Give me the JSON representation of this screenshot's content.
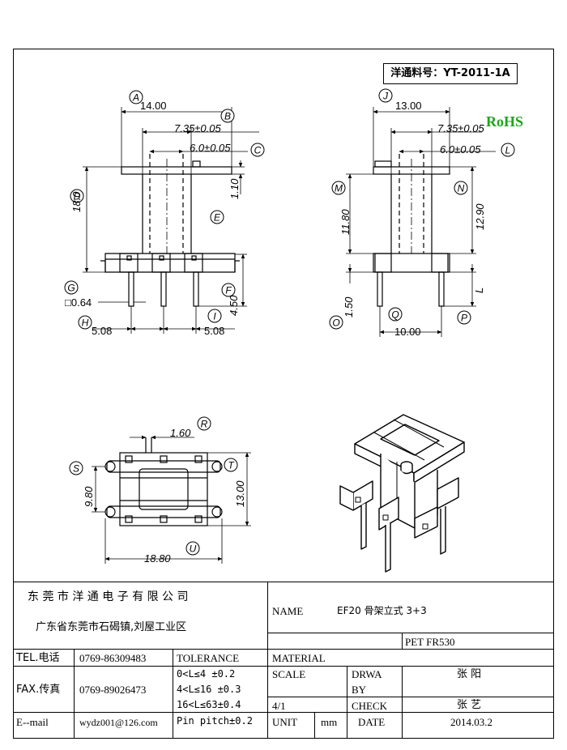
{
  "part_number": "洋通料号：YT-2011-1A",
  "rohs": "RoHS",
  "dims": {
    "A": "14.00",
    "B": "7.35±0.05",
    "C": "6.0±0.05",
    "D": "18.0",
    "E": "1.10",
    "F": "4.50",
    "G": "□0.64",
    "H": "5.08",
    "I": "5.08",
    "J": "13.00",
    "K": "7.35±0.05",
    "L": "6.0±0.05",
    "M": "11.80",
    "N": "12.90",
    "O": "1.50",
    "P": "L",
    "Q": "10.00",
    "R": "1.60",
    "S": "9.80",
    "T": "13.00",
    "U": "18.80"
  },
  "callouts": [
    "A",
    "B",
    "C",
    "D",
    "E",
    "F",
    "G",
    "H",
    "I",
    "J",
    "L",
    "M",
    "N",
    "O",
    "P",
    "Q",
    "R",
    "S",
    "T",
    "U"
  ],
  "title_block": {
    "company": "东 莞 市 洋 通 电 子 有 限 公 司",
    "address": "广东省东莞市石碣镇,刘屋工业区",
    "name_label": "NAME",
    "name_value": "EF20 骨架立式 3+3",
    "tel_label": "TEL.电话",
    "tel_value": "0769-86309483",
    "fax_label": "FAX.传真",
    "fax_value": "0769-89026473",
    "email_label": "E--mail",
    "email_value": "wydz001@126.com",
    "tolerance_label": "TOLERANCE",
    "tolerances": [
      "0<L≤4  ±0.2",
      "4<L≤16  ±0.3",
      "16<L≤63±0.4",
      "Pin pitch±0.2"
    ],
    "material_label": "MATERIAL",
    "material_value": "PET FR530",
    "scale_label": "SCALE",
    "scale_value": "4/1",
    "drawn_label_1": "DRWA",
    "drawn_label_2": "BY",
    "drawn_value": "张 阳",
    "check_label": "CHECK",
    "check_value": "张 艺",
    "unit_label": "UNIT",
    "unit_value": "mm",
    "date_label": "DATE",
    "date_value": "2014.03.2"
  }
}
